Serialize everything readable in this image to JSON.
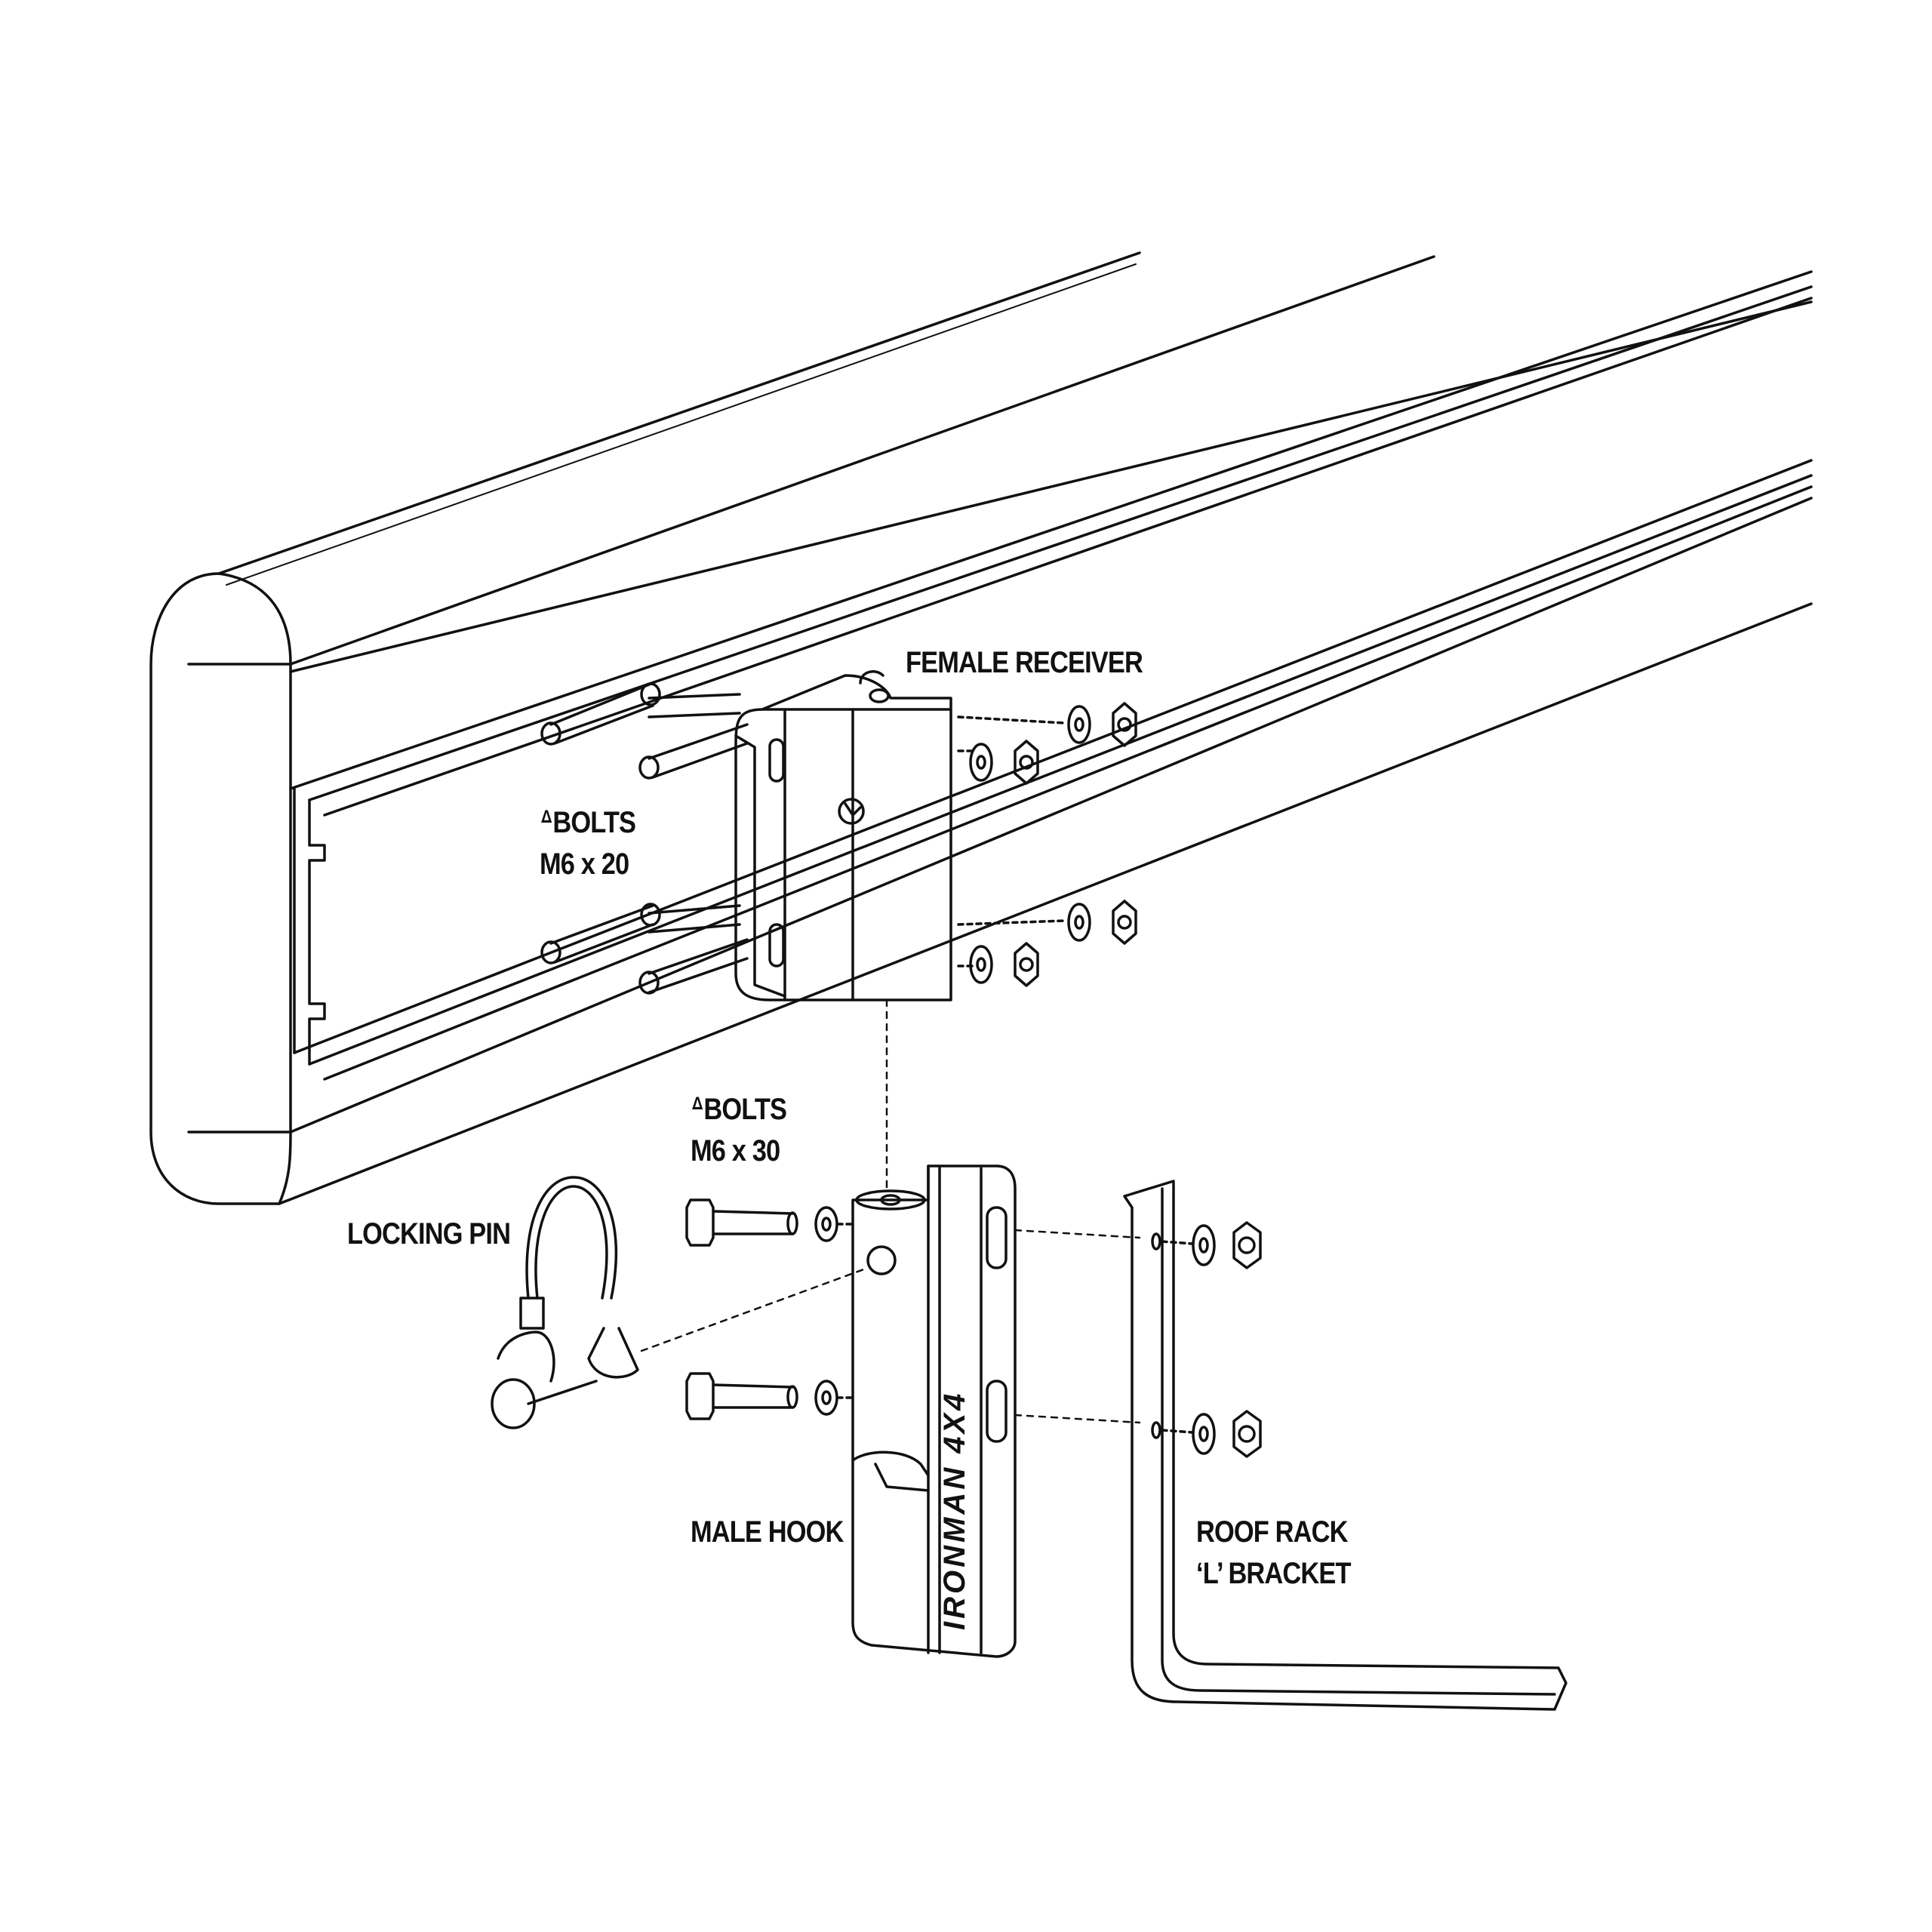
{
  "labels": {
    "female_receiver": "FEMALE RECEIVER",
    "bolts_m6x20_line1": "ᐞBOLTS",
    "bolts_m6x20_line2": "M6 x 20",
    "bolts_m6x30_line1": "ᐞBOLTS",
    "bolts_m6x30_line2": "M6 x 30",
    "locking_pin": "LOCKING PIN",
    "male_hook": "MALE HOOK",
    "roof_rack_line1": "ROOF RACK",
    "roof_rack_line2": "‘L’ BRACKET"
  },
  "brand_text": "IRONMAN 4X4",
  "colors": {
    "line": "#111111",
    "background": "#ffffff"
  }
}
